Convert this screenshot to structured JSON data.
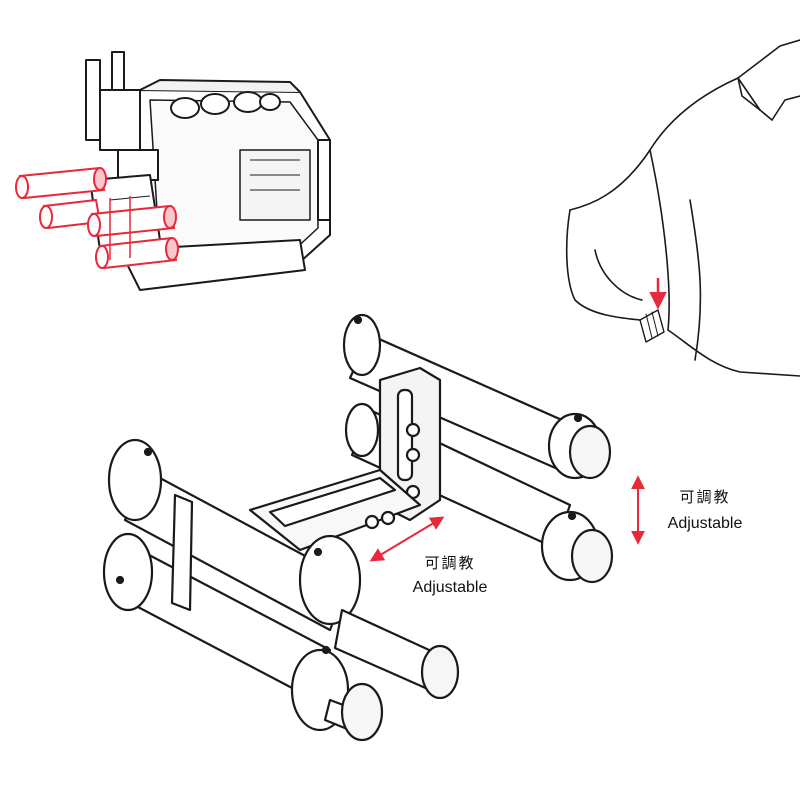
{
  "annotations": {
    "horizontal": {
      "cn": "可調教",
      "en": "Adjustable"
    },
    "vertical": {
      "cn": "可調教",
      "en": "Adjustable"
    }
  },
  "colors": {
    "line": "#1a1a1a",
    "highlight": "#e8283b",
    "highlight_fill": "#f7c7cc",
    "shade": "#e6e6e6",
    "background": "#ffffff"
  },
  "icons": {
    "arrow_horizontal": "double-arrow-icon",
    "arrow_vertical": "double-arrow-icon",
    "arrow_down": "down-arrow-icon"
  }
}
